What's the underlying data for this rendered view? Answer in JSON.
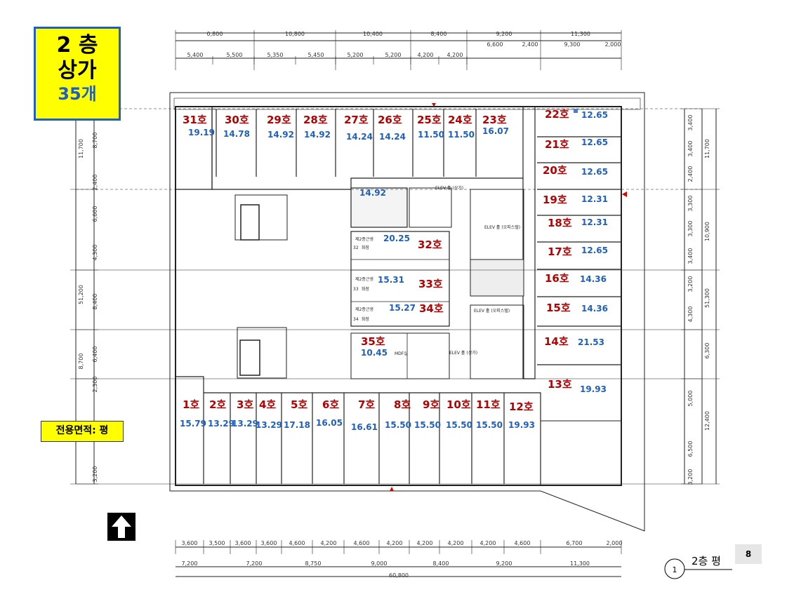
{
  "title": {
    "line1": "2 층",
    "line2": "상가",
    "count": "35개"
  },
  "area_note": "전용면적: 평",
  "page_number": "8",
  "floor_plan_label": {
    "number": "1",
    "text": "2층 평"
  },
  "colors": {
    "unit_label": "#b40000",
    "area_label": "#1f5fbf",
    "title_bg": "#ffff00",
    "title_border": "#1f5fbf"
  },
  "dimensions": {
    "top_outer": [
      "0,800",
      "10,800",
      "10,400",
      "8,400",
      "9,200",
      "11,300"
    ],
    "top_sub": [
      "6,600",
      "2,400",
      "9,300",
      "2,000"
    ],
    "top_inner": [
      "5,400",
      "5,500",
      "5,350",
      "5,450",
      "5,200",
      "5,200",
      "4,200",
      "4,200"
    ],
    "bottom_inner": [
      "3,600",
      "3,500",
      "3,600",
      "3,600",
      "4,600",
      "4,200",
      "4,600",
      "4,200",
      "4,200",
      "4,200",
      "4,200",
      "4,600",
      "6,700",
      "2,000"
    ],
    "bottom_outer": [
      "7,200",
      "7,200",
      "8,750",
      "9,000",
      "8,400",
      "9,200",
      "11,300"
    ],
    "bottom_total": "60,800",
    "left_outer": [
      "11,700",
      "51,200",
      "8,700"
    ],
    "left_inner": [
      "8,700",
      "2,400",
      "6,600",
      "4,300",
      "8,400",
      "6,400",
      "2,300",
      "3,200"
    ],
    "right_outer": [
      "11,700",
      "10,900",
      "51,300",
      "6,300",
      "12,400"
    ],
    "right_inner": [
      "3,400",
      "3,400",
      "2,400",
      "3,300",
      "3,300",
      "3,400",
      "3,200",
      "4,300",
      "5,000",
      "6,500",
      "3,200"
    ]
  },
  "units": [
    {
      "name": "31호",
      "area": "19.19"
    },
    {
      "name": "30호",
      "area": "14.78"
    },
    {
      "name": "29호",
      "area": "14.92"
    },
    {
      "name": "28호",
      "area": "14.92"
    },
    {
      "name": "27호",
      "area": "14.24"
    },
    {
      "name": "26호",
      "area": "14.24"
    },
    {
      "name": "25호",
      "area": "11.50"
    },
    {
      "name": "24호",
      "area": "11.50"
    },
    {
      "name": "23호",
      "area": "16.07"
    },
    {
      "name": "22호",
      "area": "12.65"
    },
    {
      "name": "21호",
      "area": "12.65"
    },
    {
      "name": "20호",
      "area": "12.65"
    },
    {
      "name": "19호",
      "area": "12.31"
    },
    {
      "name": "18호",
      "area": "12.31"
    },
    {
      "name": "17호",
      "area": "12.65"
    },
    {
      "name": "16호",
      "area": "14.36"
    },
    {
      "name": "15호",
      "area": "14.36"
    },
    {
      "name": "14호",
      "area": "21.53"
    },
    {
      "name": "13호",
      "area": "19.93"
    },
    {
      "name": "1호",
      "area": "15.79"
    },
    {
      "name": "2호",
      "area": "13.29"
    },
    {
      "name": "3호",
      "area": "13.29"
    },
    {
      "name": "4호",
      "area": "13.29"
    },
    {
      "name": "5호",
      "area": "17.18"
    },
    {
      "name": "6호",
      "area": "16.05"
    },
    {
      "name": "7호",
      "area": "16.61"
    },
    {
      "name": "8호",
      "area": "15.50"
    },
    {
      "name": "9호",
      "area": "15.50"
    },
    {
      "name": "10호",
      "area": "15.50"
    },
    {
      "name": "11호",
      "area": "15.50"
    },
    {
      "name": "12호",
      "area": "19.93"
    },
    {
      "name": "32호",
      "area": "20.25"
    },
    {
      "name": "33호",
      "area": "15.31"
    },
    {
      "name": "34호",
      "area": "15.27"
    },
    {
      "name": "35호",
      "area": "10.45"
    },
    {
      "name": "",
      "area": "14.92"
    }
  ],
  "small_labels": {
    "office_32": "32",
    "office_33": "33",
    "office_34": "34",
    "room": "제2종근생",
    "room2": "화장",
    "elev1": "ELEV 홀 (상가)",
    "elev2": "ELEV 홀 (오피스텔)",
    "elev3": "ELEV 홀 (오피스텔)",
    "elev4": "ELEV 홀 (상가)",
    "mdf": "MDF실"
  }
}
